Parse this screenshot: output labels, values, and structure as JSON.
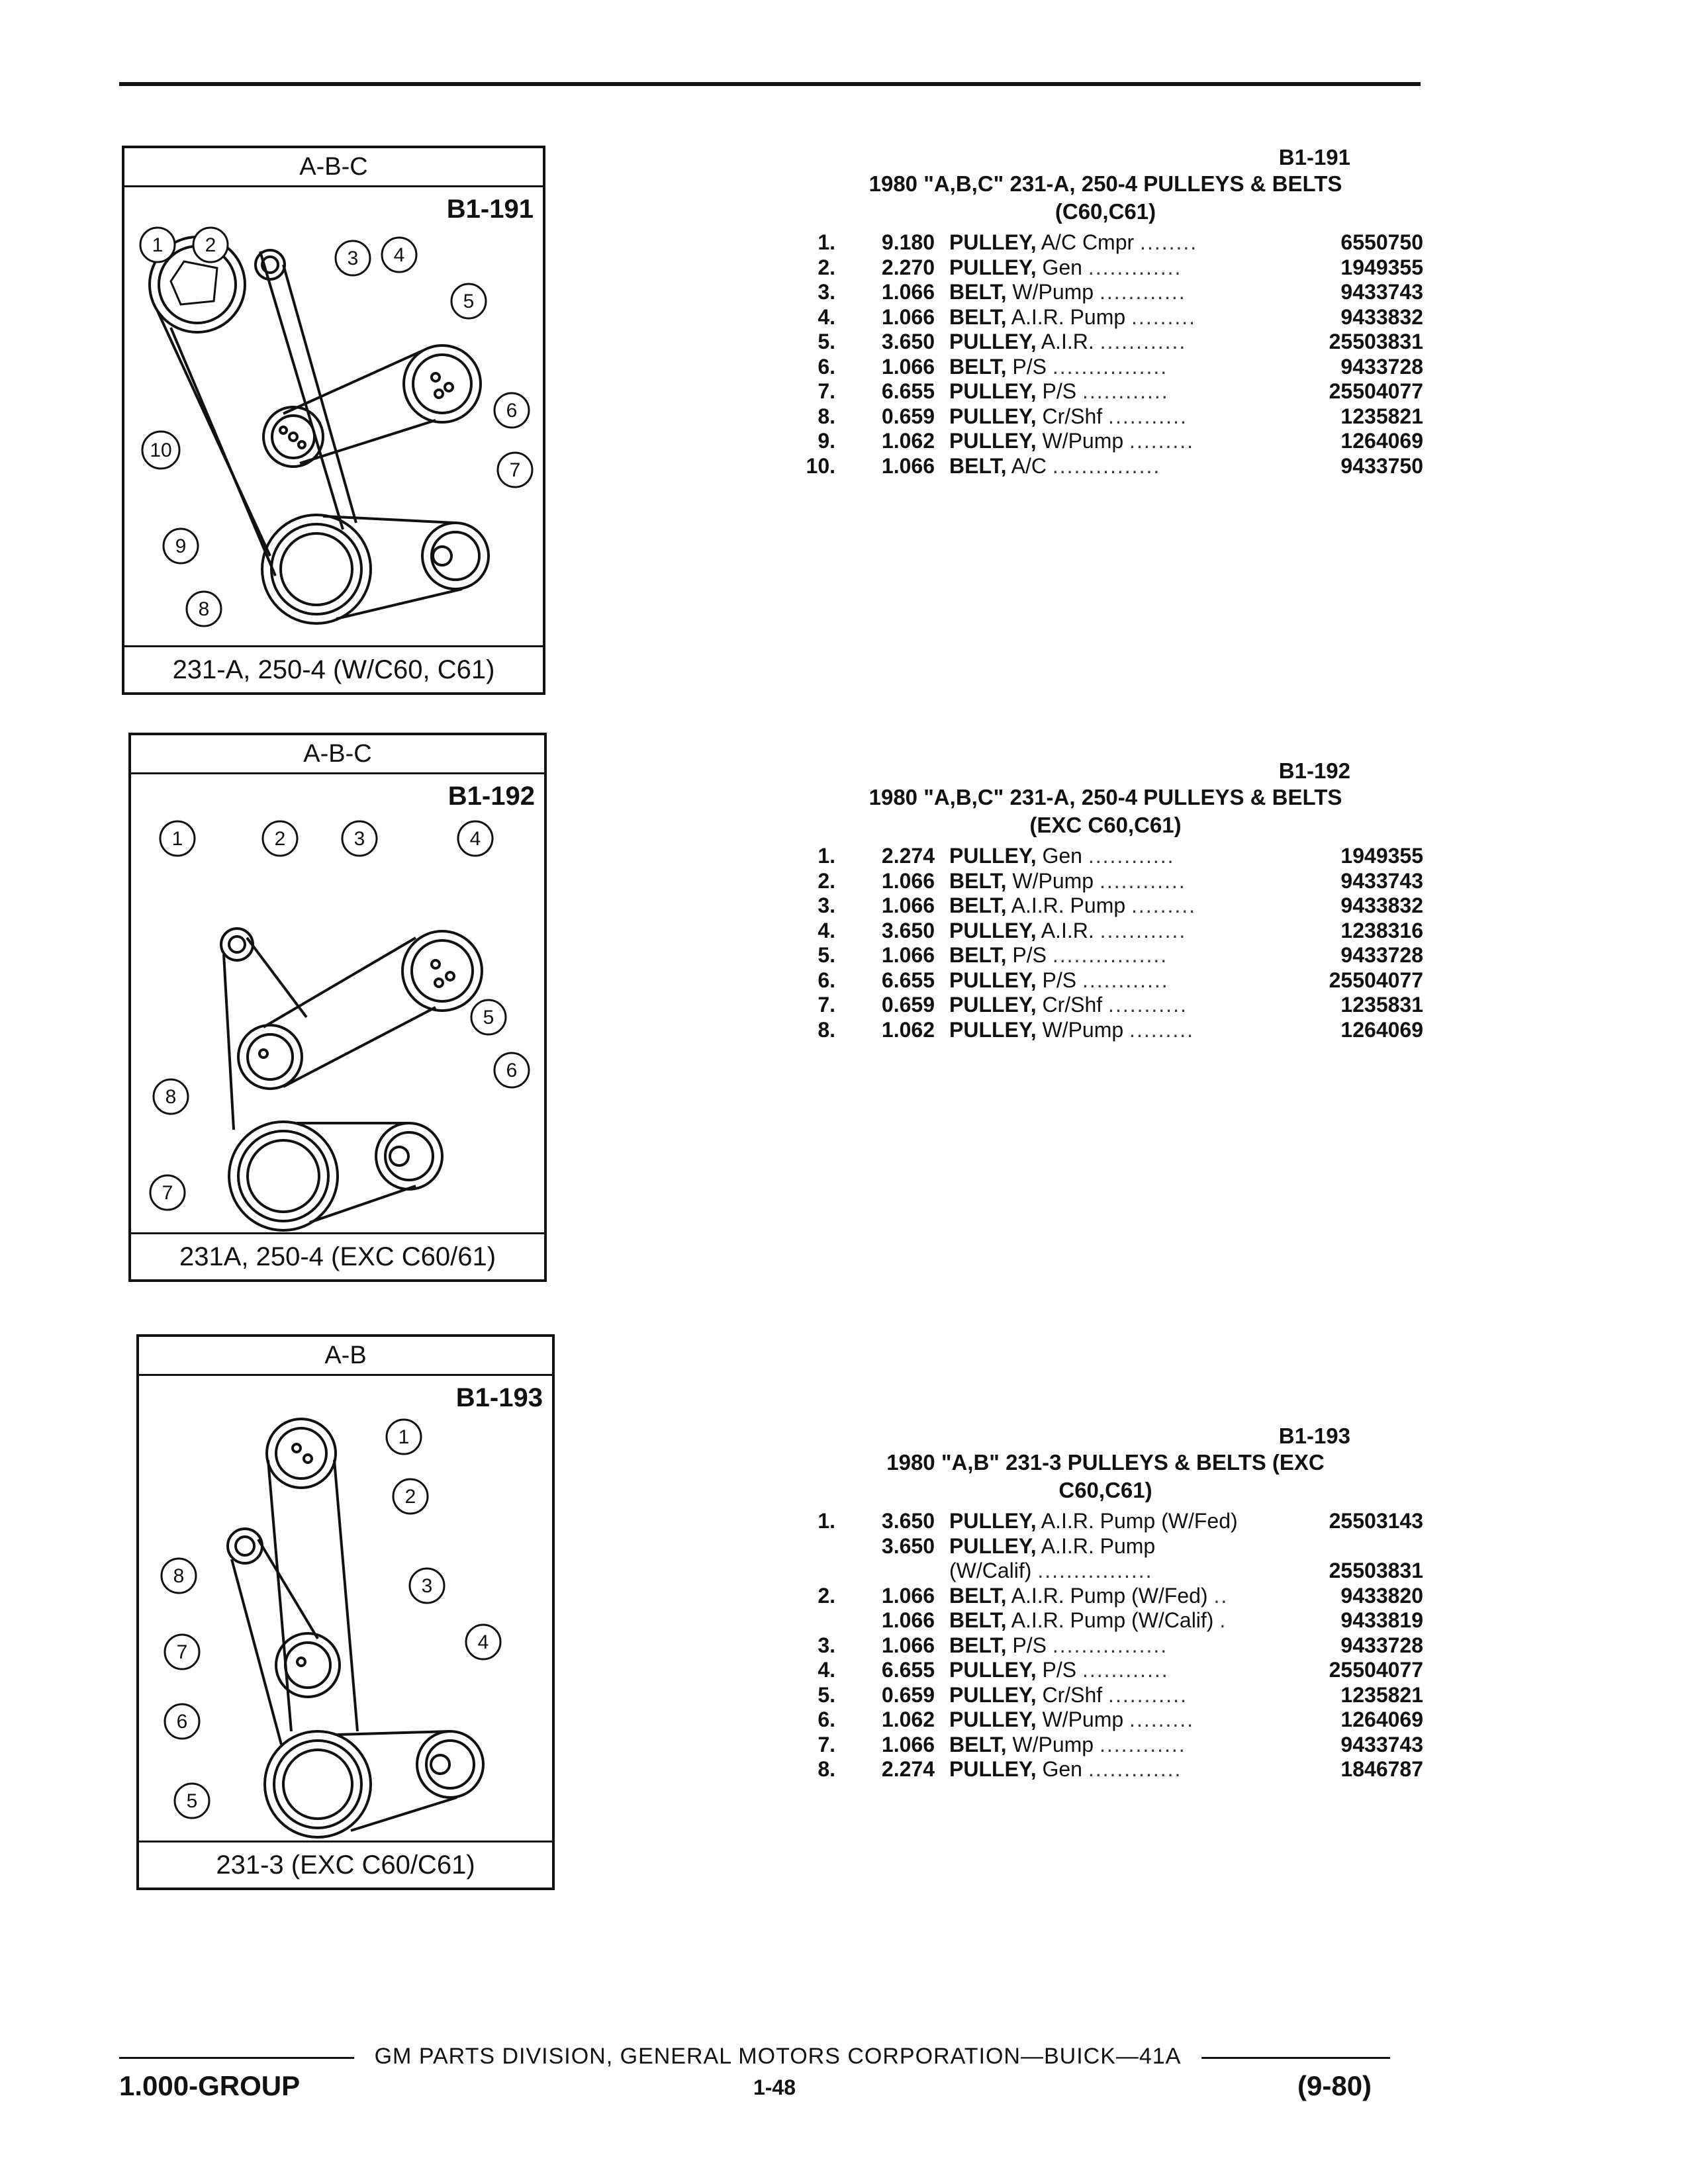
{
  "figures": [
    {
      "header": "A-B-C",
      "code": "B1-191",
      "footer": "231-A, 250-4 (W/C60, C61)",
      "callouts": [
        "1",
        "2",
        "3",
        "4",
        "5",
        "6",
        "7",
        "8",
        "9",
        "10"
      ]
    },
    {
      "header": "A-B-C",
      "code": "B1-192",
      "footer": "231A, 250-4 (EXC C60/61)",
      "callouts": [
        "1",
        "2",
        "3",
        "4",
        "5",
        "6",
        "7",
        "8"
      ]
    },
    {
      "header": "A-B",
      "code": "B1-193",
      "footer": "231-3 (EXC C60/C61)",
      "callouts": [
        "1",
        "2",
        "3",
        "4",
        "5",
        "6",
        "7",
        "8"
      ]
    }
  ],
  "sections": [
    {
      "code": "B1-191",
      "title": "1980 \"A,B,C\" 231-A, 250-4 PULLEYS & BELTS",
      "subtitle": "(C60,C61)",
      "rows": [
        {
          "num": "1.",
          "qty": "9.180",
          "name": "PULLEY,",
          "desc": "A/C Cmpr",
          "dots": "........",
          "part": "6550750"
        },
        {
          "num": "2.",
          "qty": "2.270",
          "name": "PULLEY,",
          "desc": "Gen",
          "dots": ".............",
          "part": "1949355"
        },
        {
          "num": "3.",
          "qty": "1.066",
          "name": "BELT,",
          "desc": "W/Pump",
          "dots": "............",
          "part": "9433743"
        },
        {
          "num": "4.",
          "qty": "1.066",
          "name": "BELT,",
          "desc": "A.I.R. Pump",
          "dots": ".........",
          "part": "9433832"
        },
        {
          "num": "5.",
          "qty": "3.650",
          "name": "PULLEY,",
          "desc": "A.I.R.",
          "dots": "............",
          "part": "25503831"
        },
        {
          "num": "6.",
          "qty": "1.066",
          "name": "BELT,",
          "desc": "P/S",
          "dots": "................",
          "part": "9433728"
        },
        {
          "num": "7.",
          "qty": "6.655",
          "name": "PULLEY,",
          "desc": "P/S",
          "dots": "............",
          "part": "25504077"
        },
        {
          "num": "8.",
          "qty": "0.659",
          "name": "PULLEY,",
          "desc": "Cr/Shf",
          "dots": "...........",
          "part": "1235821"
        },
        {
          "num": "9.",
          "qty": "1.062",
          "name": "PULLEY,",
          "desc": "W/Pump",
          "dots": ".........",
          "part": "1264069"
        },
        {
          "num": "10.",
          "qty": "1.066",
          "name": "BELT,",
          "desc": "A/C",
          "dots": "...............",
          "part": "9433750"
        }
      ]
    },
    {
      "code": "B1-192",
      "title": "1980 \"A,B,C\" 231-A, 250-4 PULLEYS & BELTS",
      "subtitle": "(EXC C60,C61)",
      "rows": [
        {
          "num": "1.",
          "qty": "2.274",
          "name": "PULLEY,",
          "desc": "Gen",
          "dots": "............",
          "part": "1949355"
        },
        {
          "num": "2.",
          "qty": "1.066",
          "name": "BELT,",
          "desc": "W/Pump",
          "dots": "............",
          "part": "9433743"
        },
        {
          "num": "3.",
          "qty": "1.066",
          "name": "BELT,",
          "desc": "A.I.R. Pump",
          "dots": ".........",
          "part": "9433832"
        },
        {
          "num": "4.",
          "qty": "3.650",
          "name": "PULLEY,",
          "desc": "A.I.R.",
          "dots": "............",
          "part": "1238316"
        },
        {
          "num": "5.",
          "qty": "1.066",
          "name": "BELT,",
          "desc": "P/S",
          "dots": "................",
          "part": "9433728"
        },
        {
          "num": "6.",
          "qty": "6.655",
          "name": "PULLEY,",
          "desc": "P/S",
          "dots": "............",
          "part": "25504077"
        },
        {
          "num": "7.",
          "qty": "0.659",
          "name": "PULLEY,",
          "desc": "Cr/Shf",
          "dots": "...........",
          "part": "1235831"
        },
        {
          "num": "8.",
          "qty": "1.062",
          "name": "PULLEY,",
          "desc": "W/Pump",
          "dots": ".........",
          "part": "1264069"
        }
      ]
    },
    {
      "code": "B1-193",
      "title": "1980 \"A,B\" 231-3 PULLEYS & BELTS (EXC",
      "subtitle": "C60,C61)",
      "rows": [
        {
          "num": "1.",
          "qty": "3.650",
          "name": "PULLEY,",
          "desc": "A.I.R. Pump (W/Fed)",
          "dots": "",
          "part": "25503143"
        },
        {
          "num": "",
          "qty": "3.650",
          "name": "PULLEY,",
          "desc": "A.I.R. Pump",
          "dots": "",
          "part": ""
        },
        {
          "num": "",
          "qty": "",
          "name": "",
          "desc": "(W/Calif)",
          "dots": "................",
          "part": "25503831"
        },
        {
          "num": "2.",
          "qty": "1.066",
          "name": "BELT,",
          "desc": "A.I.R. Pump (W/Fed)",
          "dots": "..",
          "part": "9433820"
        },
        {
          "num": "",
          "qty": "1.066",
          "name": "BELT,",
          "desc": "A.I.R. Pump (W/Calif)",
          "dots": ".",
          "part": "9433819"
        },
        {
          "num": "3.",
          "qty": "1.066",
          "name": "BELT,",
          "desc": "P/S",
          "dots": "................",
          "part": "9433728"
        },
        {
          "num": "4.",
          "qty": "6.655",
          "name": "PULLEY,",
          "desc": "P/S",
          "dots": "............",
          "part": "25504077"
        },
        {
          "num": "5.",
          "qty": "0.659",
          "name": "PULLEY,",
          "desc": "Cr/Shf",
          "dots": "...........",
          "part": "1235821"
        },
        {
          "num": "6.",
          "qty": "1.062",
          "name": "PULLEY,",
          "desc": "W/Pump",
          "dots": ".........",
          "part": "1264069"
        },
        {
          "num": "7.",
          "qty": "1.066",
          "name": "BELT,",
          "desc": "W/Pump",
          "dots": "............",
          "part": "9433743"
        },
        {
          "num": "8.",
          "qty": "2.274",
          "name": "PULLEY,",
          "desc": "Gen",
          "dots": ".............",
          "part": "1846787"
        }
      ]
    }
  ],
  "footer": {
    "publisher": "GM PARTS DIVISION, GENERAL MOTORS CORPORATION—BUICK—41A",
    "group": "1.000-GROUP",
    "page": "1-48",
    "date": "(9-80)"
  }
}
